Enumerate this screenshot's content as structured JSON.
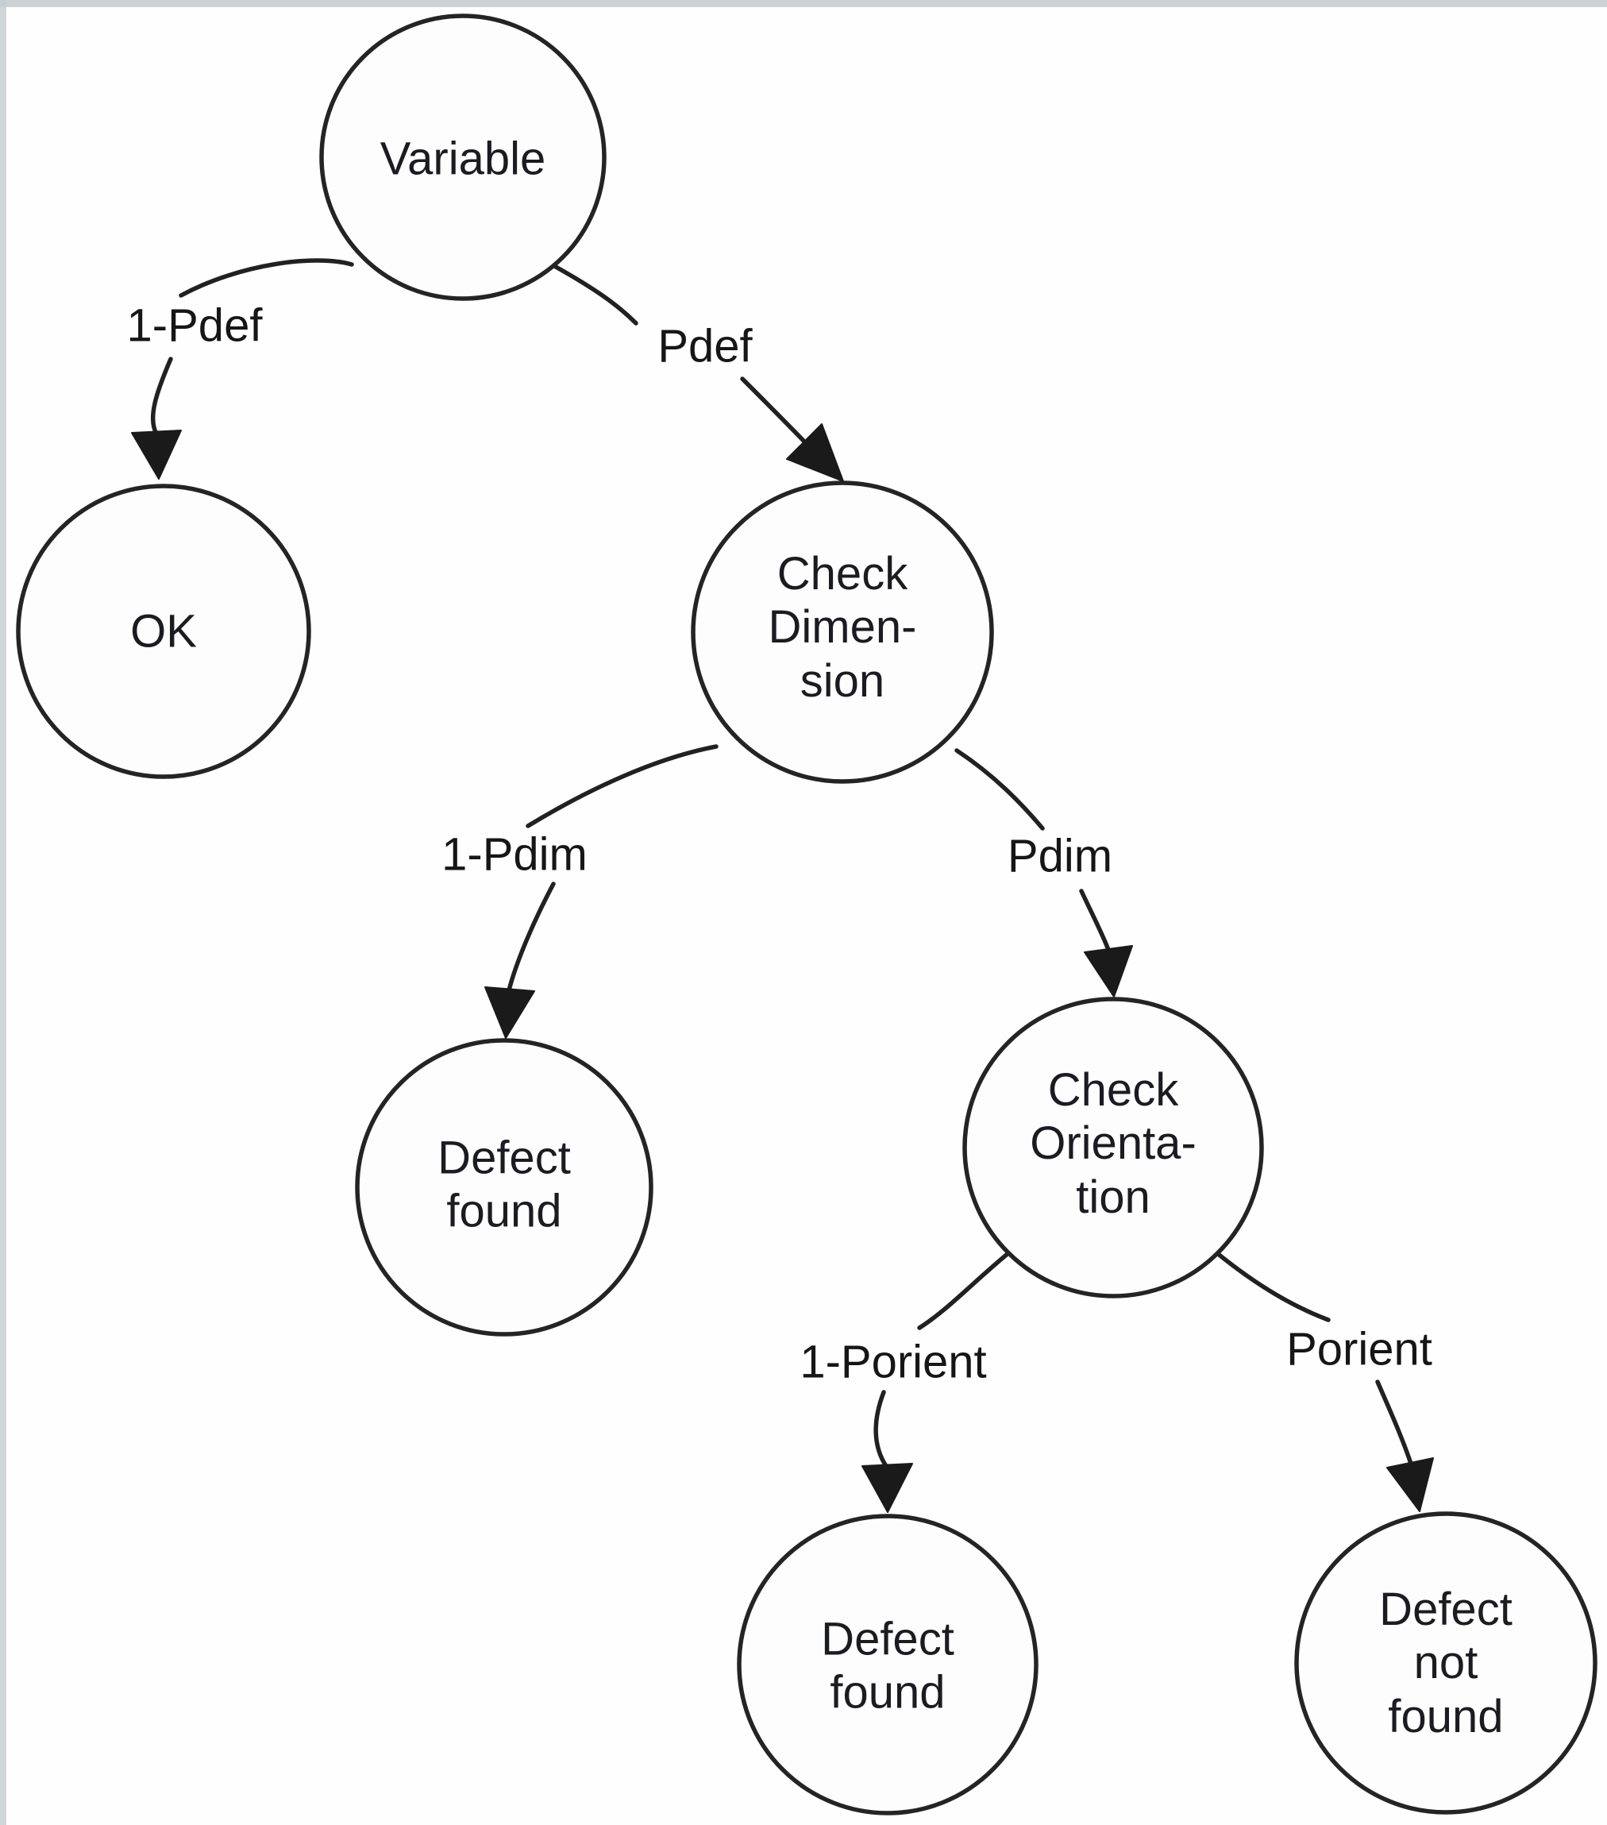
{
  "figure": {
    "type": "decision-tree",
    "background_color": "#fefefe",
    "stroke_color": "#212121",
    "text_color": "#1b1b22"
  },
  "nodes": [
    {
      "id": "variable",
      "label": "Variable"
    },
    {
      "id": "ok",
      "label": "OK"
    },
    {
      "id": "check-dimension",
      "label": "Check\nDimen-\nsion"
    },
    {
      "id": "defect-found-dimension",
      "label": "Defect\nfound"
    },
    {
      "id": "check-orientation",
      "label": "Check\nOrienta-\ntion"
    },
    {
      "id": "defect-found-orientation",
      "label": "Defect\nfound"
    },
    {
      "id": "defect-not-found",
      "label": "Defect\nnot\nfound"
    }
  ],
  "edges": [
    {
      "from": "variable",
      "to": "ok",
      "label": "1-Pdef"
    },
    {
      "from": "variable",
      "to": "check-dimension",
      "label": "Pdef"
    },
    {
      "from": "check-dimension",
      "to": "defect-found-dimension",
      "label": "1-Pdim"
    },
    {
      "from": "check-dimension",
      "to": "check-orientation",
      "label": "Pdim"
    },
    {
      "from": "check-orientation",
      "to": "defect-found-orientation",
      "label": "1-Porient"
    },
    {
      "from": "check-orientation",
      "to": "defect-not-found",
      "label": "Porient"
    }
  ]
}
